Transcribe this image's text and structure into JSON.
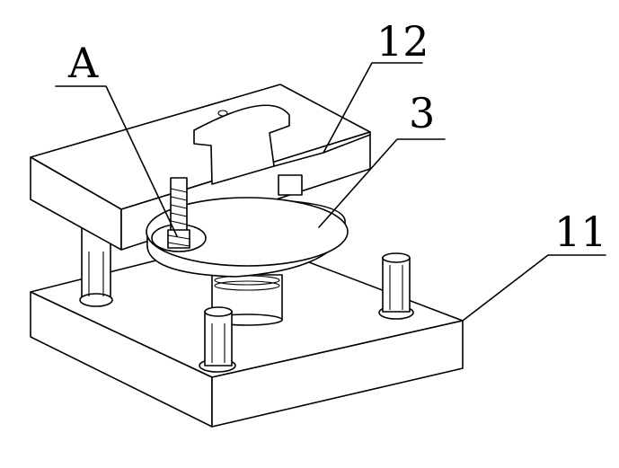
{
  "labels": {
    "a": "A",
    "upper_plate": "12",
    "disk": "3",
    "base_plate": "11"
  },
  "colors": {
    "line": "#000000",
    "background": "#ffffff"
  }
}
